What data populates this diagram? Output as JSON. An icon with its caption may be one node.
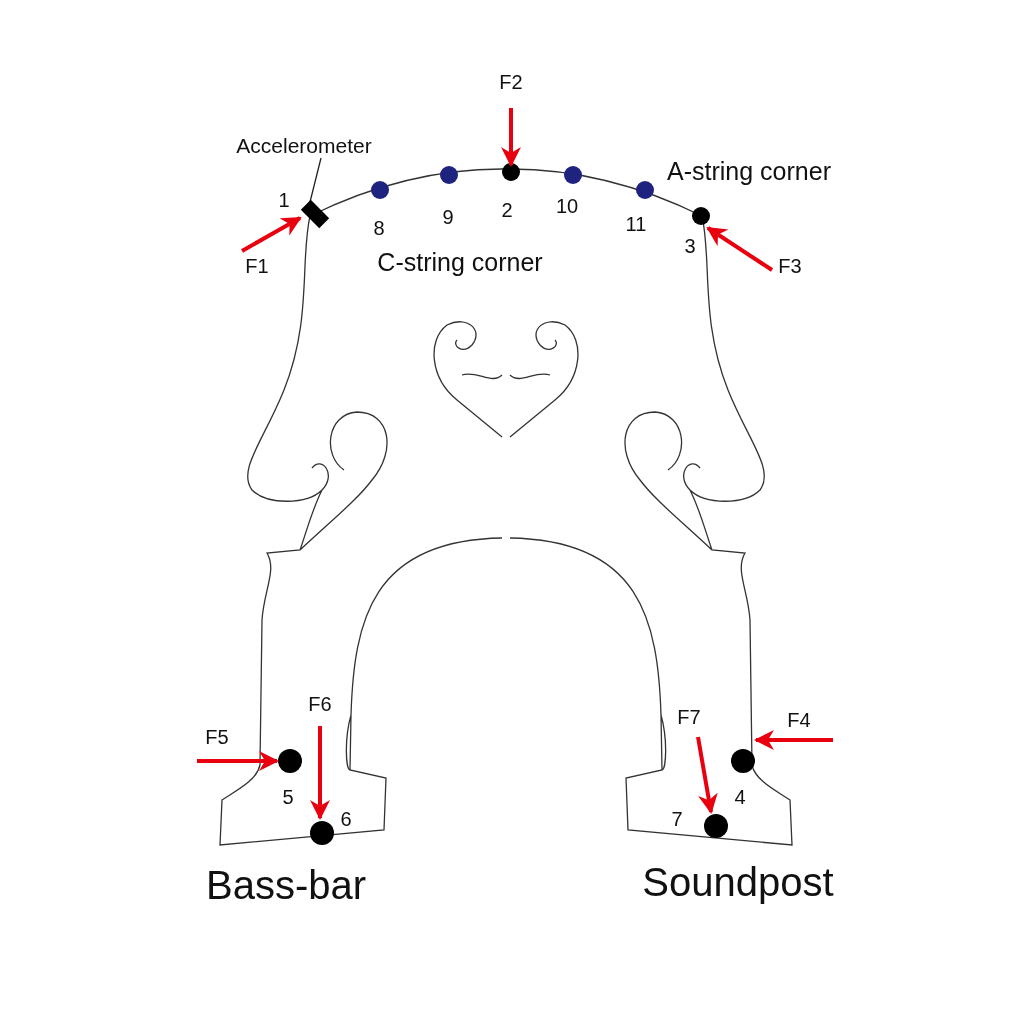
{
  "diagram": {
    "nodes": [
      {
        "text": [
          "Accelerometer"
        ]
      },
      {
        "text": [],
        "shape": "box"
      }
    ],
    "edges": [
      {
        "from": 0,
        "to": 1,
        "arrow": "none"
      }
    ],
    "labels": [
      "F2",
      "A-string corner",
      "1",
      "8",
      "9",
      "2",
      "10",
      "11",
      "F1",
      "C-string corner",
      "3",
      "F3",
      "F6",
      "F7",
      "F4",
      "F5",
      "5",
      "6",
      "4",
      "7",
      "Bass-bar",
      "Soundpost"
    ]
  }
}
